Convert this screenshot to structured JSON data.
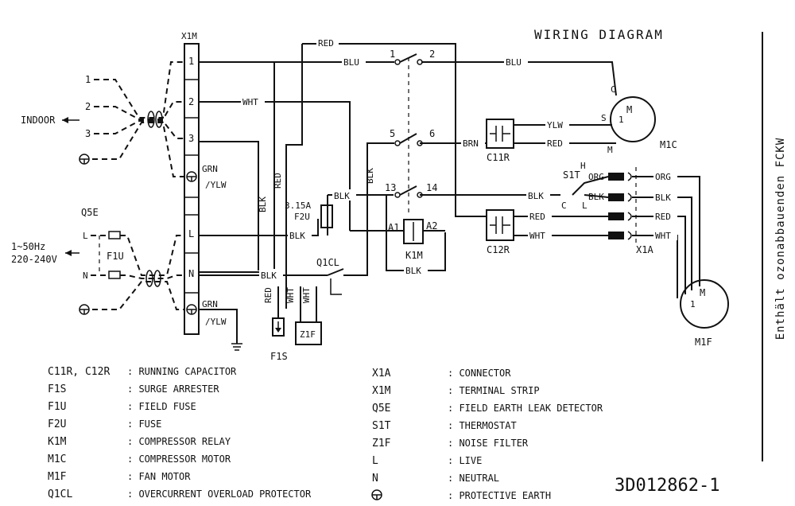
{
  "title": "WIRING DIAGRAM",
  "doc_number": "3D012862-1",
  "side_note": "Enthält ozonabbauenden FCKW",
  "terminal_strip": {
    "name": "X1M",
    "terminals": [
      "1",
      "2",
      "3",
      "L",
      "N"
    ]
  },
  "wires": {
    "red": "RED",
    "blu": "BLU",
    "wht": "WHT",
    "blk": "BLK",
    "brn": "BRN",
    "ylw": "YLW",
    "grn": "GRN",
    "ylw2": "/YLW",
    "org": "ORG"
  },
  "indoor": {
    "label": "INDOOR",
    "lines": [
      "1",
      "2",
      "3"
    ]
  },
  "power": {
    "line1": "1~50Hz",
    "line2": "220-240V",
    "L": "L",
    "N": "N"
  },
  "components": {
    "q5e": "Q5E",
    "f1u": "F1U",
    "f2u": "F2U",
    "f2u_rating": "3.15A",
    "f1s": "F1S",
    "z1f": "Z1F",
    "q1cl": "Q1CL",
    "k1m": "K1M",
    "a1": "A1",
    "a2": "A2",
    "c11r": "C11R",
    "c12r": "C12R",
    "m1c": "M1C",
    "m1f": "M1F",
    "s1t": "S1T",
    "x1a": "X1A",
    "motor_m": "M",
    "motor_1": "1",
    "motor_c": "C",
    "motor_s": "S",
    "motor_mm": "M",
    "s1t_h": "H",
    "s1t_c": "C",
    "s1t_l": "L"
  },
  "relay_contacts": {
    "c1": "1",
    "c2": "2",
    "c5": "5",
    "c6": "6",
    "c13": "13",
    "c14": "14"
  },
  "legend_left": [
    {
      "code": "C11R, C12R",
      "desc": ": RUNNING CAPACITOR"
    },
    {
      "code": "F1S",
      "desc": ": SURGE ARRESTER"
    },
    {
      "code": "F1U",
      "desc": ": FIELD FUSE"
    },
    {
      "code": "F2U",
      "desc": ": FUSE"
    },
    {
      "code": "K1M",
      "desc": ": COMPRESSOR RELAY"
    },
    {
      "code": "M1C",
      "desc": ": COMPRESSOR MOTOR"
    },
    {
      "code": "M1F",
      "desc": ": FAN MOTOR"
    },
    {
      "code": "Q1CL",
      "desc": ": OVERCURRENT OVERLOAD PROTECTOR"
    }
  ],
  "legend_right": [
    {
      "code": "X1A",
      "desc": ": CONNECTOR"
    },
    {
      "code": "X1M",
      "desc": ": TERMINAL STRIP"
    },
    {
      "code": "Q5E",
      "desc": ": FIELD EARTH LEAK DETECTOR"
    },
    {
      "code": "S1T",
      "desc": ": THERMOSTAT"
    },
    {
      "code": "Z1F",
      "desc": ": NOISE FILTER"
    },
    {
      "code": "L",
      "desc": ": LIVE"
    },
    {
      "code": "N",
      "desc": ": NEUTRAL"
    },
    {
      "code": "",
      "desc": ": PROTECTIVE EARTH"
    }
  ]
}
